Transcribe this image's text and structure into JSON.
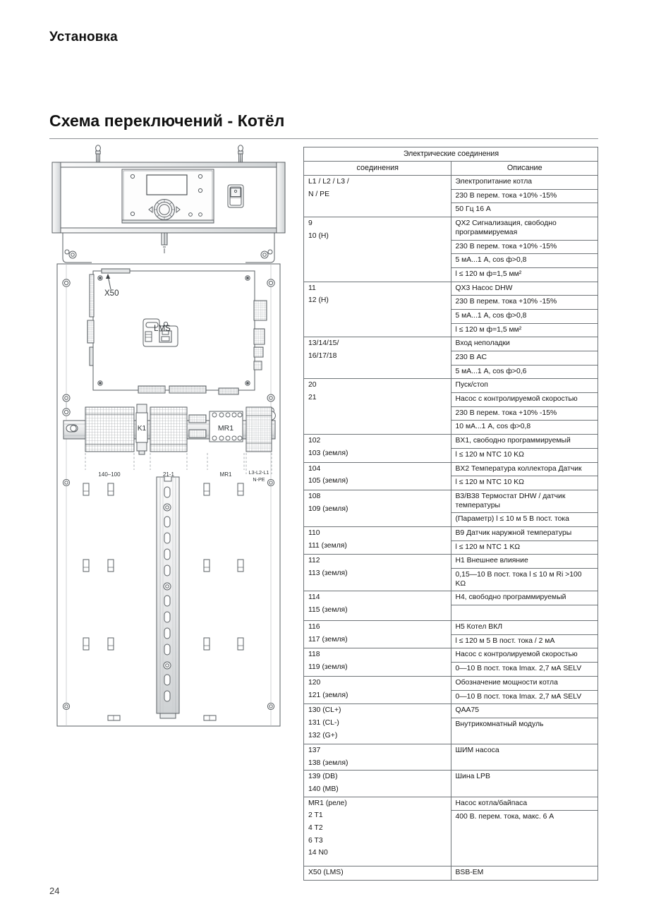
{
  "document": {
    "running_head": "Установка",
    "section_title": "Схема переключений - Котёл",
    "page_number": "24"
  },
  "table": {
    "main_header": "Электрические соединения",
    "columns": [
      "соединения",
      "Описание"
    ],
    "rows": [
      {
        "terminals": [
          "L1 / L2 / L3 /",
          "N / PE"
        ],
        "descriptions": [
          "Электропитание котла",
          "230 В перем. тока +10% -15%",
          "50 Гц 16 А"
        ]
      },
      {
        "terminals": [
          "9",
          "10 (H)"
        ],
        "descriptions": [
          "QX2 Сигнализация, свободно программируемая",
          "230 В перем. тока +10% -15%",
          "5 мА...1 A, cos ф>0,8",
          "l ≤ 120 м ф=1,5 мм²"
        ]
      },
      {
        "terminals": [
          "11",
          "12 (H)"
        ],
        "descriptions": [
          "QX3 Насос DHW",
          "230 В перем. тока +10% -15%",
          "5 мА...1 A, cos ф>0,8",
          "l ≤ 120 м ф=1,5 мм²"
        ]
      },
      {
        "terminals": [
          "13/14/15/",
          "16/17/18"
        ],
        "descriptions": [
          "Вход неполадки",
          "230 В AC",
          "5 мА...1 A, cos ф>0,6"
        ]
      },
      {
        "terminals": [
          "20",
          "21"
        ],
        "descriptions": [
          "Пуск/стоп",
          "Насос с контролируемой скоростью",
          "230 В перем. тока +10% -15%",
          "10 мА...1 A, cos ф>0,8"
        ]
      },
      {
        "terminals": [
          "102",
          "103 (земля)"
        ],
        "descriptions": [
          "BX1, свободно программируемый",
          "l ≤ 120 м  NTC 10 KΩ"
        ]
      },
      {
        "terminals": [
          "104",
          "105 (земля)"
        ],
        "descriptions": [
          "BX2 Температура коллектора Датчик",
          "l ≤ 120 м  NTC 10 KΩ"
        ]
      },
      {
        "terminals": [
          "108",
          "109 (земля)"
        ],
        "descriptions": [
          "B3/B38 Термостат DHW / датчик температуры",
          "(Параметр) l ≤ 10 м 5 В пост. тока"
        ]
      },
      {
        "terminals": [
          "110",
          "111 (земля)"
        ],
        "descriptions": [
          "B9 Датчик наружной температуры",
          "l ≤ 120 м  NTC 1 KΩ"
        ]
      },
      {
        "terminals": [
          "112",
          "113 (земля)"
        ],
        "descriptions": [
          "H1 Внешнее влияние",
          "0,15—10 В пост. тока l ≤ 10 м Ri >100 KΩ"
        ]
      },
      {
        "terminals": [
          "114",
          "115 (земля)"
        ],
        "descriptions": [
          "H4, свободно программируемый",
          ""
        ]
      },
      {
        "terminals": [
          "116",
          "117 (земля)"
        ],
        "descriptions": [
          "H5 Котел ВКЛ",
          "l ≤ 120 м 5 В пост. тока / 2 мА"
        ]
      },
      {
        "terminals": [
          "118",
          "119 (земля)"
        ],
        "descriptions": [
          "Насос с контролируемой скоростью",
          "0—10 В пост. тока Imax. 2,7 мА SELV"
        ]
      },
      {
        "terminals": [
          "120",
          "121 (земля)"
        ],
        "descriptions": [
          "Обозначение мощности котла",
          "0—10 В пост. тока Imax. 2,7 мА SELV"
        ]
      },
      {
        "terminals": [
          "130 (CL+)",
          "131 (CL-)",
          "132 (G+)"
        ],
        "descriptions": [
          "QAA75",
          "Внутрикомнатный модуль"
        ]
      },
      {
        "terminals": [
          "137",
          "138 (земля)"
        ],
        "descriptions": [
          "ШИМ насоса"
        ]
      },
      {
        "terminals": [
          "139 (DB)",
          "140 (MB)"
        ],
        "descriptions": [
          "Шина LPB"
        ]
      },
      {
        "terminals": [
          "MR1 (реле)",
          "2 T1",
          "4 T2",
          "6 T3",
          "14 N0"
        ],
        "descriptions": [
          "Насос котла/байпаса",
          "400 В. перем. тока, макс. 6 А"
        ]
      },
      {
        "terminals": [
          "X50 (LMS)"
        ],
        "descriptions": [
          "BSB-EM"
        ]
      }
    ]
  },
  "diagram": {
    "labels": {
      "x50": "X50",
      "lms": "LMS",
      "k1": "K1",
      "mr1_block": "MR1",
      "rail_140_100": "140–100",
      "rail_21_1": "21-1",
      "rail_mr1": "MR1",
      "rail_phases": "L3-L2-L1",
      "rail_npe": "N-PE"
    },
    "colors": {
      "outline": "#5a5f63",
      "fill_light": "#f4f5f6",
      "hatch": "#9aa0a4"
    }
  }
}
